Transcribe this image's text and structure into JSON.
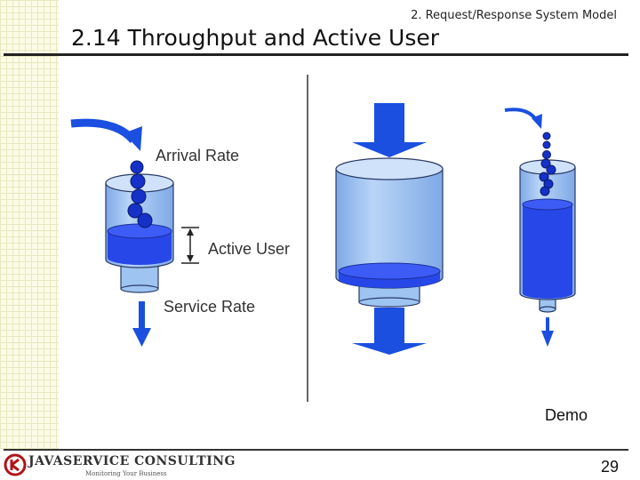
{
  "header": {
    "subtitle": "2. Request/Response System Model",
    "title": "2.14 Throughput and Active User"
  },
  "diagram": {
    "labels": {
      "arrival_rate": "Arrival Rate",
      "active_user": "Active User",
      "service_rate": "Service Rate"
    }
  },
  "demo_link": "Demo",
  "footer": {
    "logo_name": "JAVASERVICE CONSULTING",
    "logo_tagline": "Monitoring Your Business",
    "page_number": "29"
  },
  "colors": {
    "arrow_blue": "#1a4fe0",
    "ball_blue": "#1531c8",
    "cylinder_light": "#9ec4f2",
    "cylinder_outline": "#2a3a66",
    "fluid_blue": "#2747e8",
    "background_strip": "#fbfbe6"
  }
}
